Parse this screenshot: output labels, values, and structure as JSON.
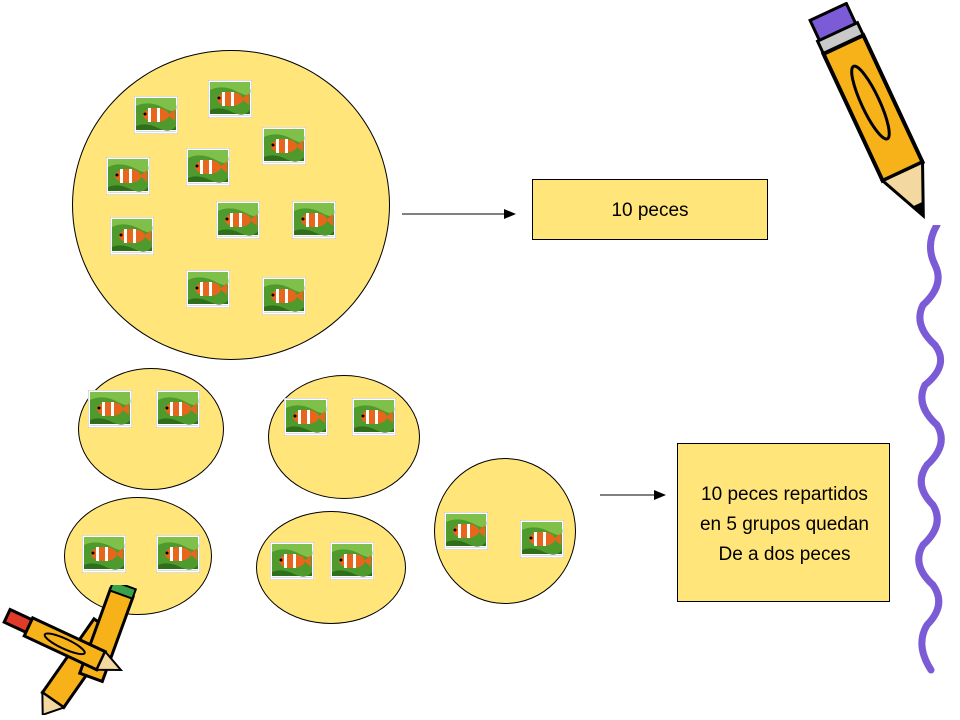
{
  "summary_box": {
    "text": "10 peces"
  },
  "result_box": {
    "line1": "10 peces repartidos",
    "line2": " en 5 grupos quedan",
    "line3": "De a dos peces"
  },
  "colors": {
    "circle_fill": "#ffe57a",
    "fish_orange": "#e8661c",
    "water_green": "#4f9a2c",
    "pencil_yellow": "#f7b21a",
    "pencil_purple": "#7b5cd6"
  },
  "groups": {
    "total_fish": 10,
    "group_count": 5,
    "fish_per_group": 2
  }
}
